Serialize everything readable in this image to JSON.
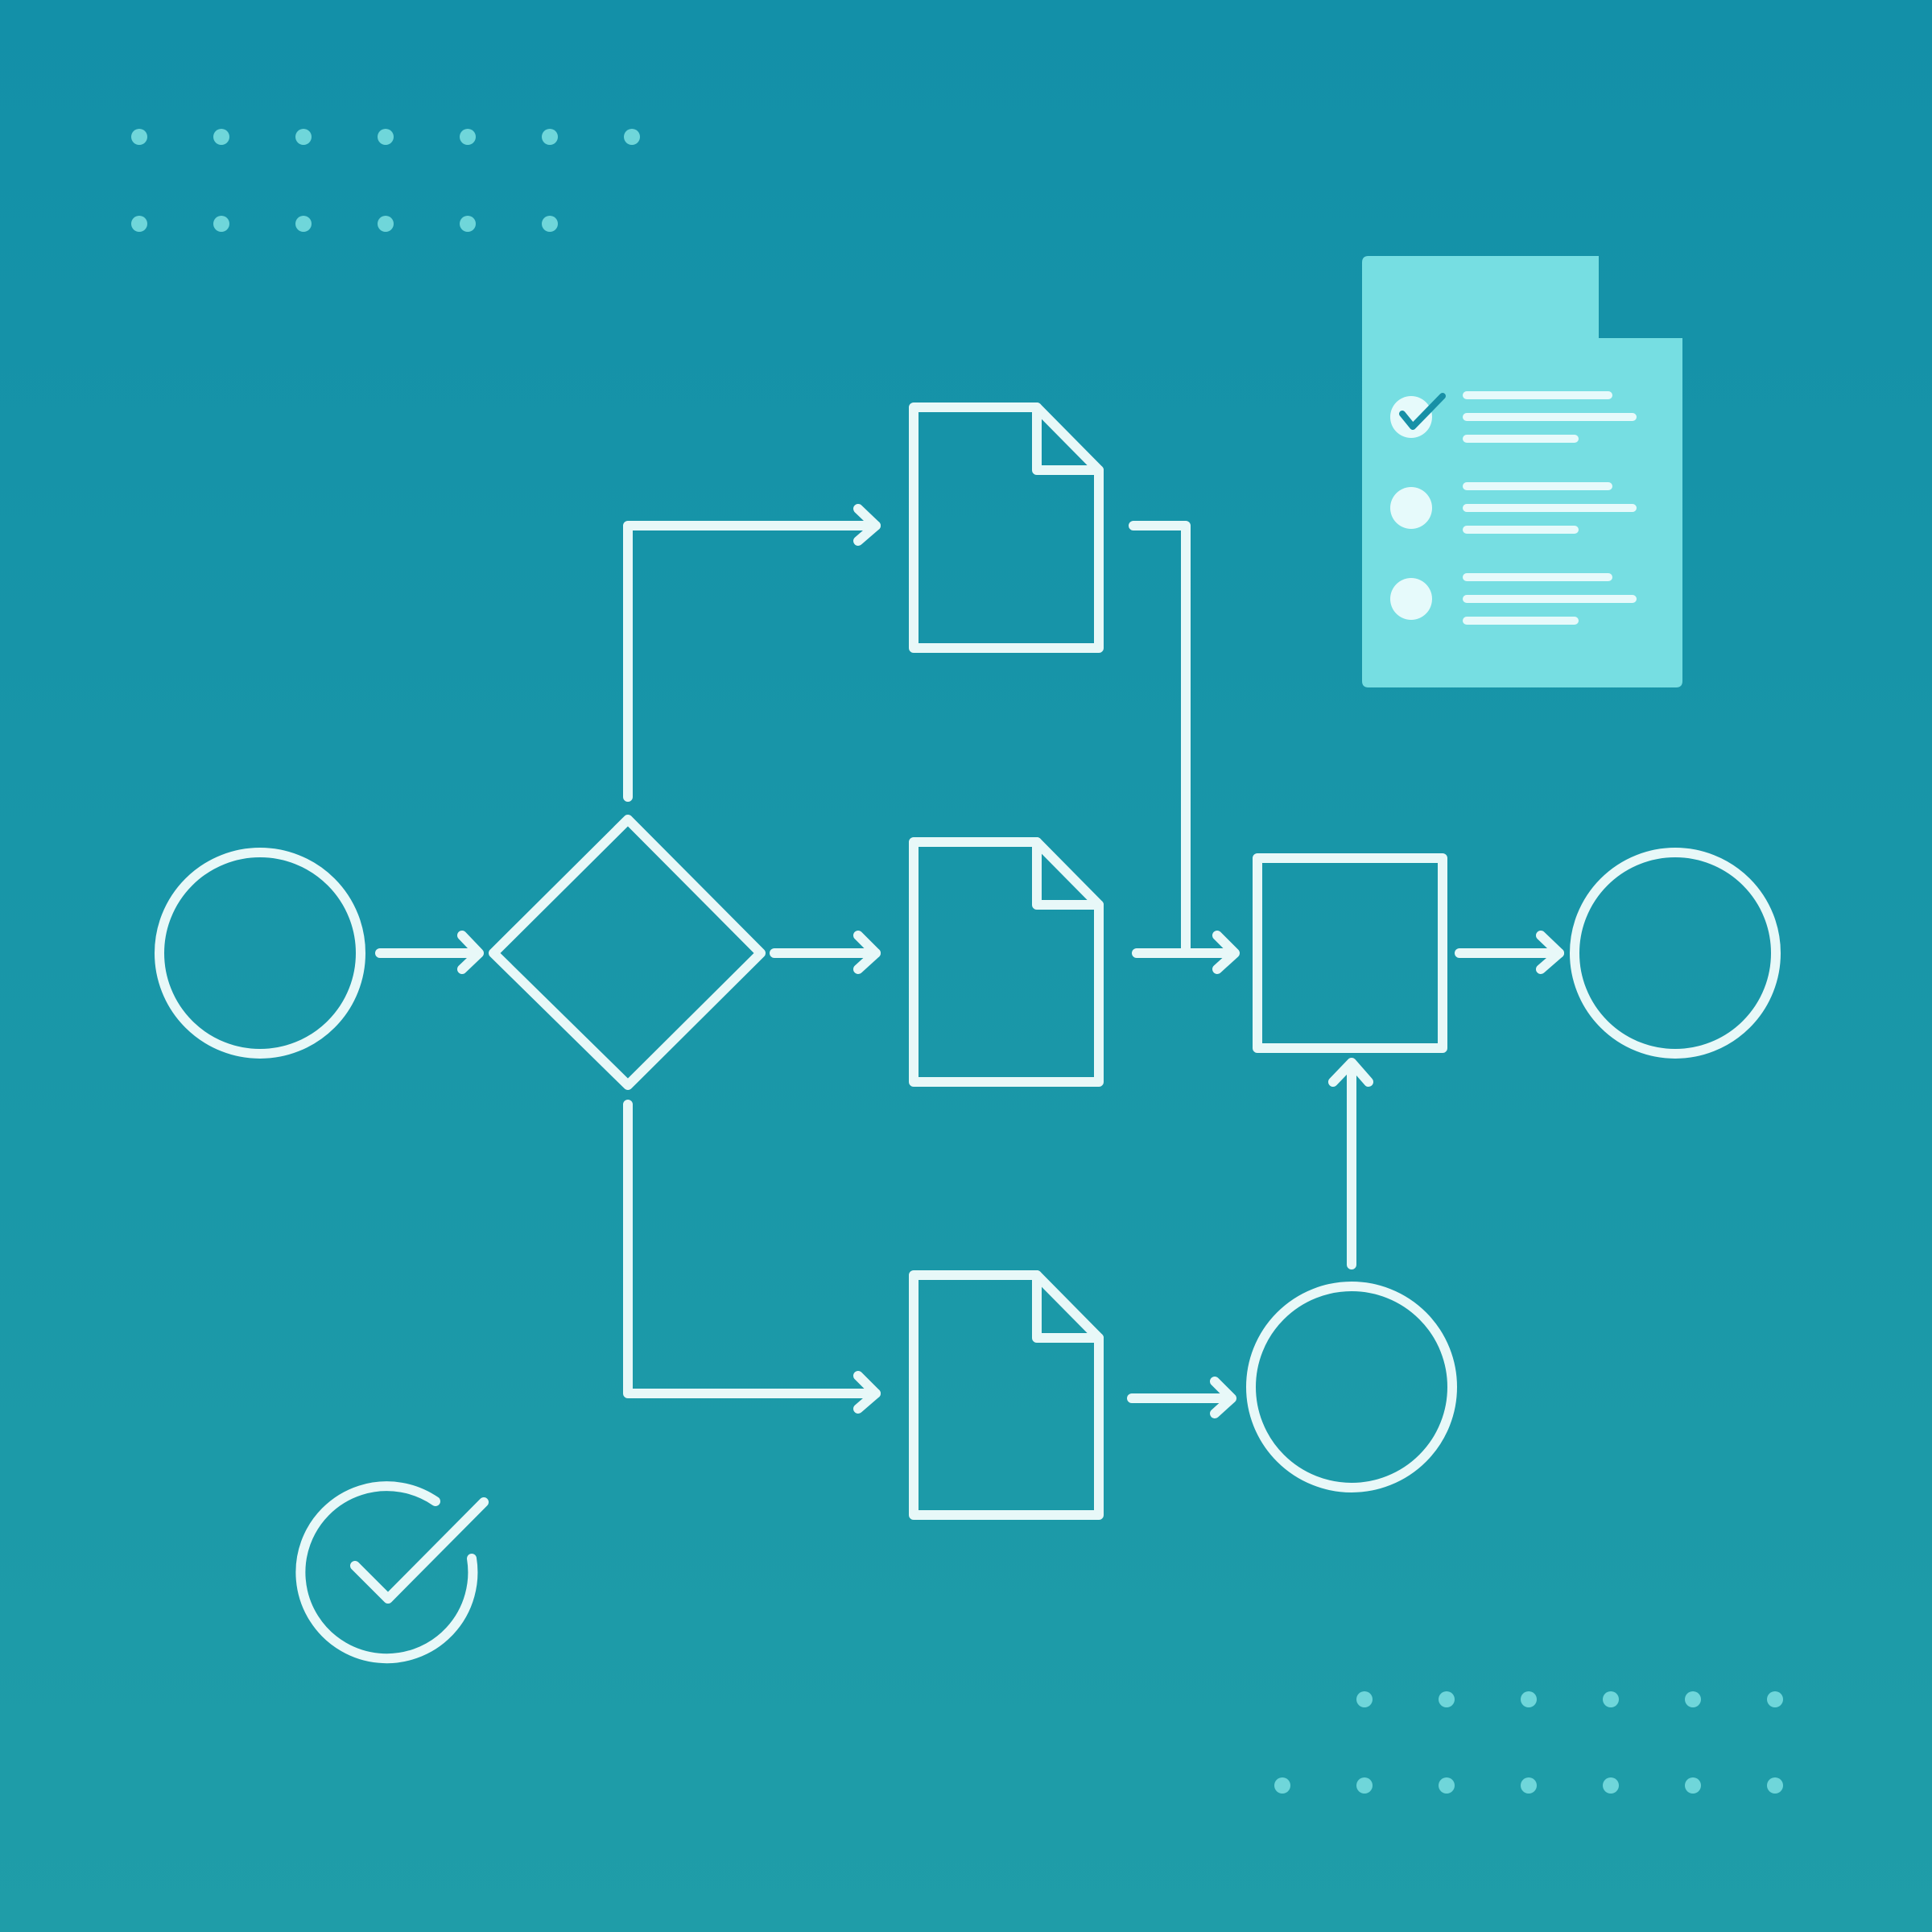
{
  "colors": {
    "background_top": "#1390A8",
    "background_bottom": "#1F9DA8",
    "stroke": "#E8F8F8",
    "dot": "#6FD6DA",
    "card_fill": "#76DEE2",
    "card_line": "#E6FAFB",
    "card_check": "#1790A6"
  },
  "icons": {
    "checklist": "checklist-document-icon",
    "check_circle": "check-circle-icon"
  },
  "flowchart": {
    "nodes": [
      {
        "id": "start",
        "shape": "circle"
      },
      {
        "id": "decision",
        "shape": "diamond"
      },
      {
        "id": "doc-top",
        "shape": "document"
      },
      {
        "id": "doc-middle",
        "shape": "document"
      },
      {
        "id": "doc-bottom",
        "shape": "document"
      },
      {
        "id": "process",
        "shape": "square"
      },
      {
        "id": "merge",
        "shape": "circle"
      },
      {
        "id": "end",
        "shape": "circle"
      }
    ],
    "edges": [
      {
        "from": "start",
        "to": "decision"
      },
      {
        "from": "decision",
        "to": "doc-top"
      },
      {
        "from": "decision",
        "to": "doc-middle"
      },
      {
        "from": "decision",
        "to": "doc-bottom"
      },
      {
        "from": "doc-top",
        "to": "process"
      },
      {
        "from": "doc-middle",
        "to": "process"
      },
      {
        "from": "doc-bottom",
        "to": "merge"
      },
      {
        "from": "merge",
        "to": "process"
      },
      {
        "from": "process",
        "to": "end"
      }
    ]
  },
  "checklist": {
    "items": [
      {
        "state": "checked"
      },
      {
        "state": "unchecked"
      },
      {
        "state": "unchecked"
      }
    ]
  },
  "dot_grids": {
    "top_left": {
      "rows": [
        7,
        6
      ]
    },
    "bottom_right": {
      "rows": [
        6,
        7
      ]
    }
  }
}
